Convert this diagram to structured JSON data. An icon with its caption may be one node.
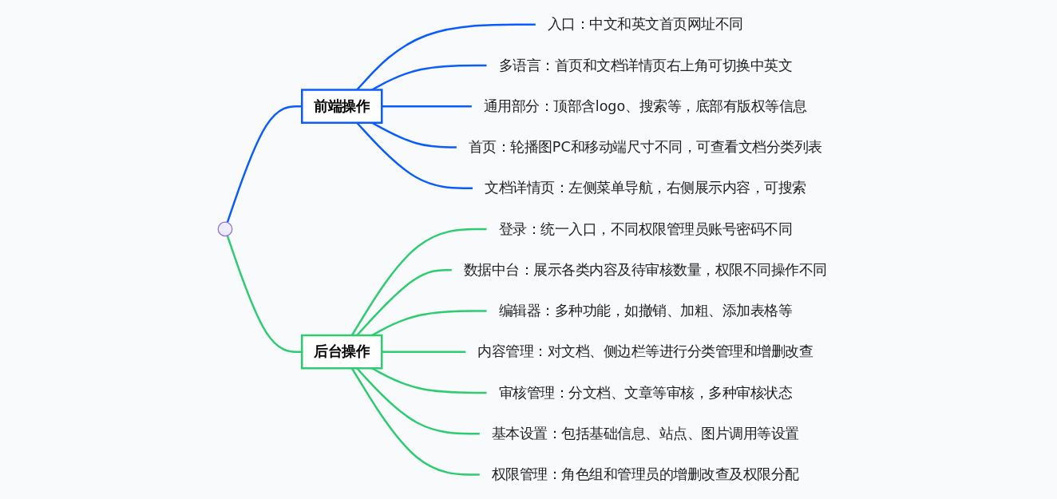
{
  "diagram": {
    "nodes": [
      {
        "text": [],
        "shape": "circle"
      },
      {
        "text": [
          "前端操作"
        ]
      },
      {
        "text": [
          "入口：中文和英文首页网址不同"
        ]
      },
      {
        "text": [
          "多语言：首页和文档详情页右上角可切换中英文"
        ]
      },
      {
        "text": [
          "通用部分：顶部含logo、搜索等，底部有版权等信息"
        ]
      },
      {
        "text": [
          "首页：轮播图PC和移动端尺寸不同，可查看文档分类列表"
        ]
      },
      {
        "text": [
          "文档详情页：左侧菜单导航，右侧展示内容，可搜索"
        ]
      },
      {
        "text": [
          "后台操作"
        ]
      },
      {
        "text": [
          "登录：统一入口，不同权限管理员账号密码不同"
        ]
      },
      {
        "text": [
          "数据中台：展示各类内容及待审核数量，权限不同操作不同"
        ]
      },
      {
        "text": [
          "编辑器：多种功能，如撤销、加粗、添加表格等"
        ]
      },
      {
        "text": [
          "内容管理：对文档、侧边栏等进行分类管理和增删改查"
        ]
      },
      {
        "text": [
          "审核管理：分文档、文章等审核，多种审核状态"
        ]
      },
      {
        "text": [
          "基本设置：包括基础信息、站点、图片调用等设置"
        ]
      },
      {
        "text": [
          "权限管理：角色组和管理员的增删改查及权限分配"
        ]
      }
    ],
    "edges": [
      {
        "from": 0,
        "to": 1,
        "arrow": "none",
        "color": "#0a5cff"
      },
      {
        "from": 1,
        "to": 2,
        "arrow": "none",
        "color": "#0a5cff"
      },
      {
        "from": 1,
        "to": 3,
        "arrow": "none",
        "color": "#0a5cff"
      },
      {
        "from": 1,
        "to": 4,
        "arrow": "none",
        "color": "#0a5cff"
      },
      {
        "from": 1,
        "to": 5,
        "arrow": "none",
        "color": "#0a5cff"
      },
      {
        "from": 1,
        "to": 6,
        "arrow": "none",
        "color": "#0a5cff"
      },
      {
        "from": 0,
        "to": 7,
        "arrow": "none"
      },
      {
        "from": 7,
        "to": 8,
        "arrow": "none"
      },
      {
        "from": 7,
        "to": 9,
        "arrow": "none"
      },
      {
        "from": 7,
        "to": 10,
        "arrow": "none"
      },
      {
        "from": 7,
        "to": 11,
        "arrow": "none"
      },
      {
        "from": 7,
        "to": 12,
        "arrow": "none"
      },
      {
        "from": 7,
        "to": 13,
        "arrow": "none"
      },
      {
        "from": 7,
        "to": 14,
        "arrow": "none"
      }
    ]
  }
}
